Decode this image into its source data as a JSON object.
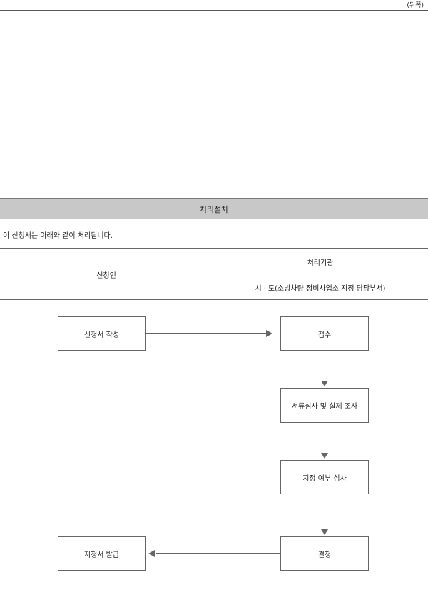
{
  "page": {
    "back_label": "(뒤쪽)"
  },
  "procedure": {
    "title": "처리절차",
    "intro": "이 신청서는 아래와 같이 처리됩니다."
  },
  "table": {
    "applicant_header": "신청인",
    "agency_header": "처리기관",
    "agency_subheader": "시ㆍ도(소방차량 정비사업소 지정 담당부서)"
  },
  "flow": {
    "write_application": "신청서 작성",
    "receipt": "접수",
    "document_review": "서류심사 및 실제 조사",
    "designation_review": "지정 여부 심사",
    "decision": "결정",
    "issue_certificate": "지정서 발급"
  }
}
